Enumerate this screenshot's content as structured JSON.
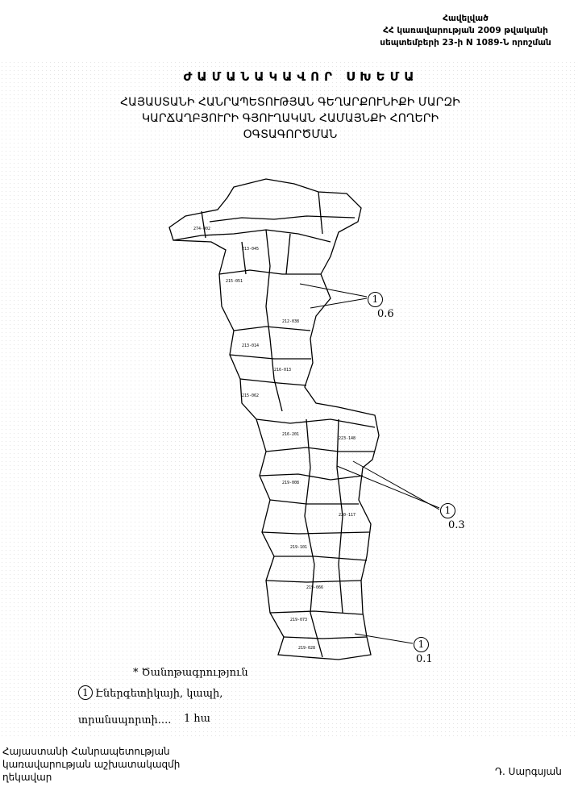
{
  "annex": {
    "lines": [
      "Հավելված",
      "ՀՀ կառավարության 2009 թվականի",
      "սեպտեմբերի 23-ի N 1089-Ն որոշման"
    ]
  },
  "title": "ԺԱՄԱՆԱԿԱՎՈՐ ՍԽԵՄԱ",
  "subtitle": {
    "lines": [
      "ՀԱՅԱՍՏԱՆԻ ՀԱՆՐԱՊԵՏՈՒԹՅԱՆ ԳԵՂԱՐՔՈՒՆԻՔԻ ՄԱՐԶԻ",
      "ԿԱՐՃԱՂԲՅՈՒՐԻ ԳՅՈՒՂԱԿԱՆ ՀԱՄԱՅՆՔԻ ՀՈՂԵՐԻ",
      "ՕԳՏԱԳՈՐԾՄԱՆ"
    ]
  },
  "map": {
    "callouts": [
      {
        "marker": "1",
        "value": "0.6"
      },
      {
        "marker": "1",
        "value": "0.3"
      },
      {
        "marker": "1",
        "value": "0.1"
      }
    ]
  },
  "legend": {
    "heading": "* Ծանոթագրություն",
    "marker": "1",
    "line1": "Էներգետիկայի, կապի,",
    "line2": "տրանսպորտի....",
    "area": "1 հա"
  },
  "footer": {
    "position_lines": [
      "Հայաստանի Հանրապետության",
      "կառավարության աշխատակազմի",
      "ղեկավար"
    ],
    "signatory": "Դ. Սարգսյան"
  }
}
